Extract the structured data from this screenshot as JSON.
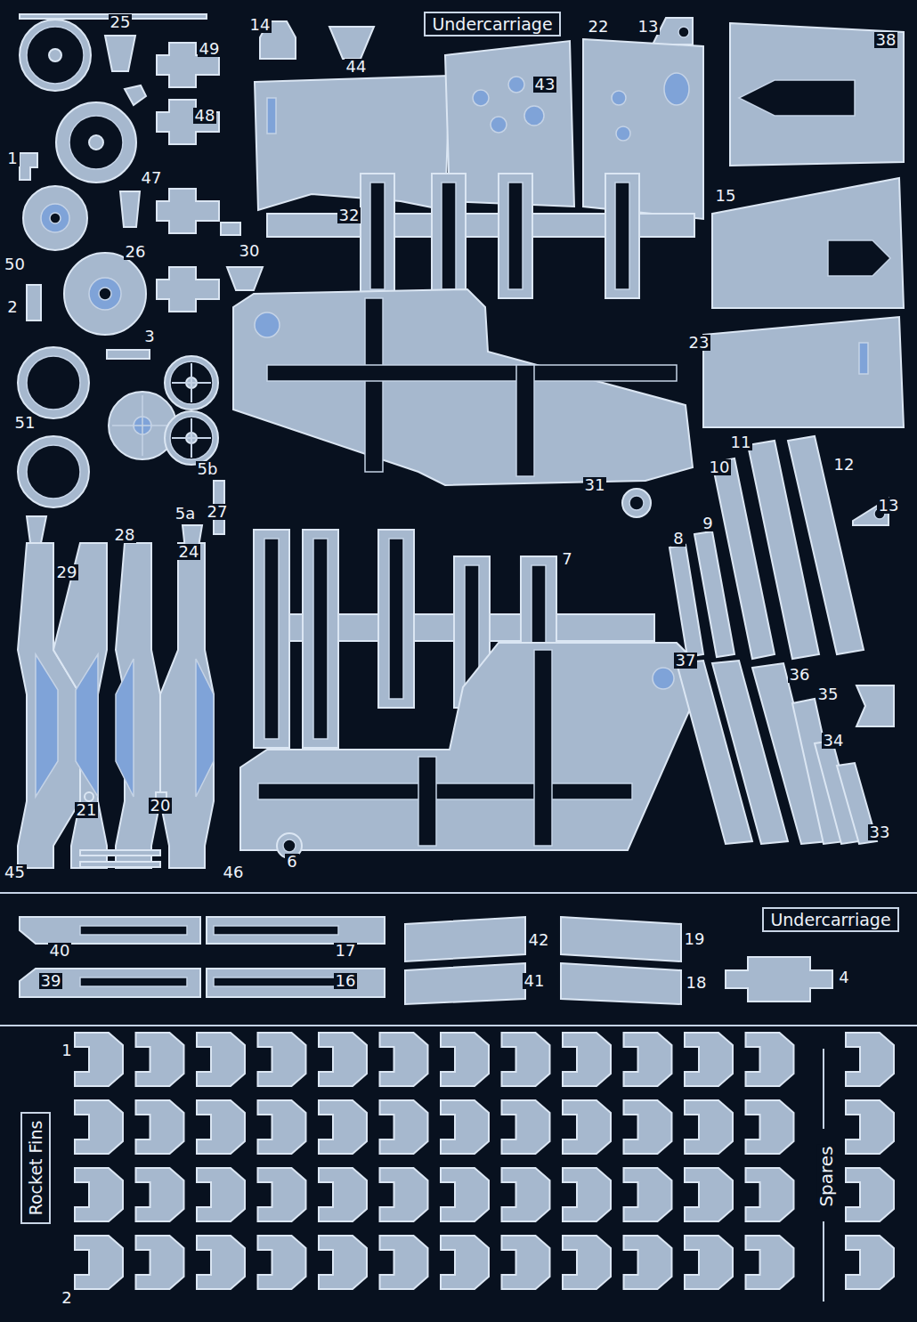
{
  "diagram": {
    "nodes": [
      {
        "text": [
          "Undercarriage"
        ]
      },
      {
        "text": [
          "Undercarriage"
        ]
      },
      {
        "text": [
          "Rocket Fins"
        ]
      }
    ],
    "labels": [
      "25",
      "14",
      "22",
      "13",
      "38",
      "49",
      "44",
      "43",
      "48",
      "1",
      "47",
      "15",
      "32",
      "26",
      "30",
      "50",
      "2",
      "3",
      "23",
      "51",
      "11",
      "12",
      "10",
      "5b",
      "31",
      "13",
      "27",
      "5a",
      "9",
      "28",
      "8",
      "24",
      "7",
      "29",
      "37",
      "36",
      "35",
      "34",
      "20",
      "21",
      "33",
      "6",
      "45",
      "46",
      "42",
      "19",
      "40",
      "17",
      "4",
      "39",
      "16",
      "41",
      "18",
      "1",
      "Spares",
      "2"
    ]
  }
}
